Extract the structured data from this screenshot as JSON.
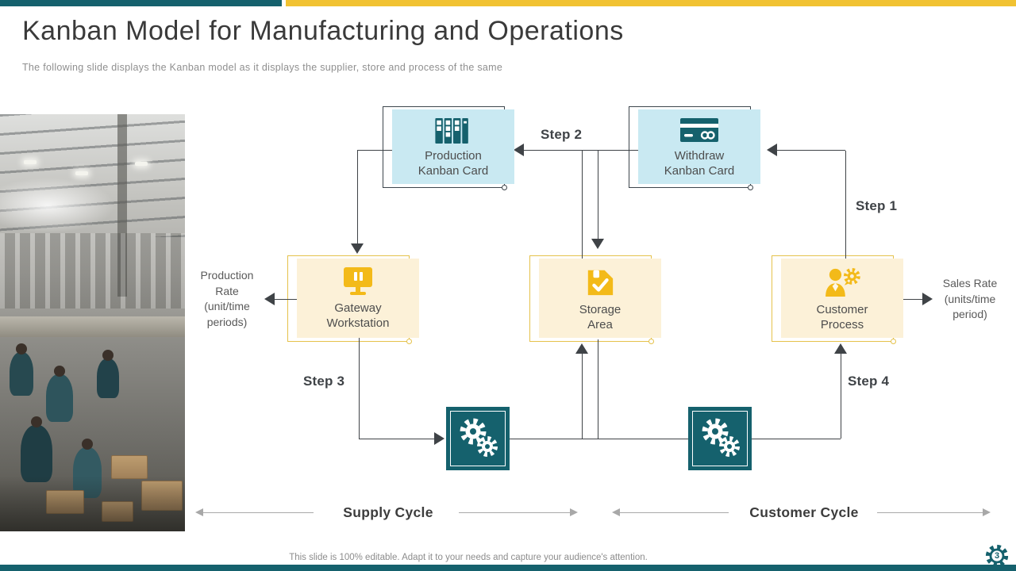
{
  "slide": {
    "title": "Kanban Model for Manufacturing and Operations",
    "subtitle": "The following slide displays the Kanban model as it displays the supplier, store and process of the same",
    "footer_note": "This slide is 100% editable. Adapt it to your needs and capture your audience's attention.",
    "page_number": "3"
  },
  "diagram": {
    "nodes": {
      "production_kanban": {
        "label": "Production\nKanban Card",
        "icon": "kanban-board"
      },
      "withdraw_kanban": {
        "label": "Withdraw\nKanban Card",
        "icon": "credit-card"
      },
      "gateway_workstation": {
        "label": "Gateway\nWorkstation",
        "icon": "workstation-monitor"
      },
      "storage_area": {
        "label": "Storage\nArea",
        "icon": "storage-box"
      },
      "customer_process": {
        "label": "Customer\nProcess",
        "icon": "user-gear"
      }
    },
    "process_boxes": {
      "icon": "gears"
    },
    "steps": {
      "step1": "Step 1",
      "step2": "Step 2",
      "step3": "Step 3",
      "step4": "Step 4"
    },
    "production_rate_label": "Production\nRate\n(unit/time\nperiods)",
    "sales_rate_label": "Sales Rate\n(units/time\nperiod)",
    "supply_cycle_label": "Supply Cycle",
    "customer_cycle_label": "Customer Cycle"
  },
  "colors": {
    "teal": "#15616d",
    "yellow": "#f1c232",
    "light_blue_fill": "#c9e9f2",
    "cream_fill": "#fcf1d8",
    "arrow_dark": "#3f4347",
    "arrow_gray": "#a8a8a8",
    "icon_yellow": "#f3ba19"
  }
}
